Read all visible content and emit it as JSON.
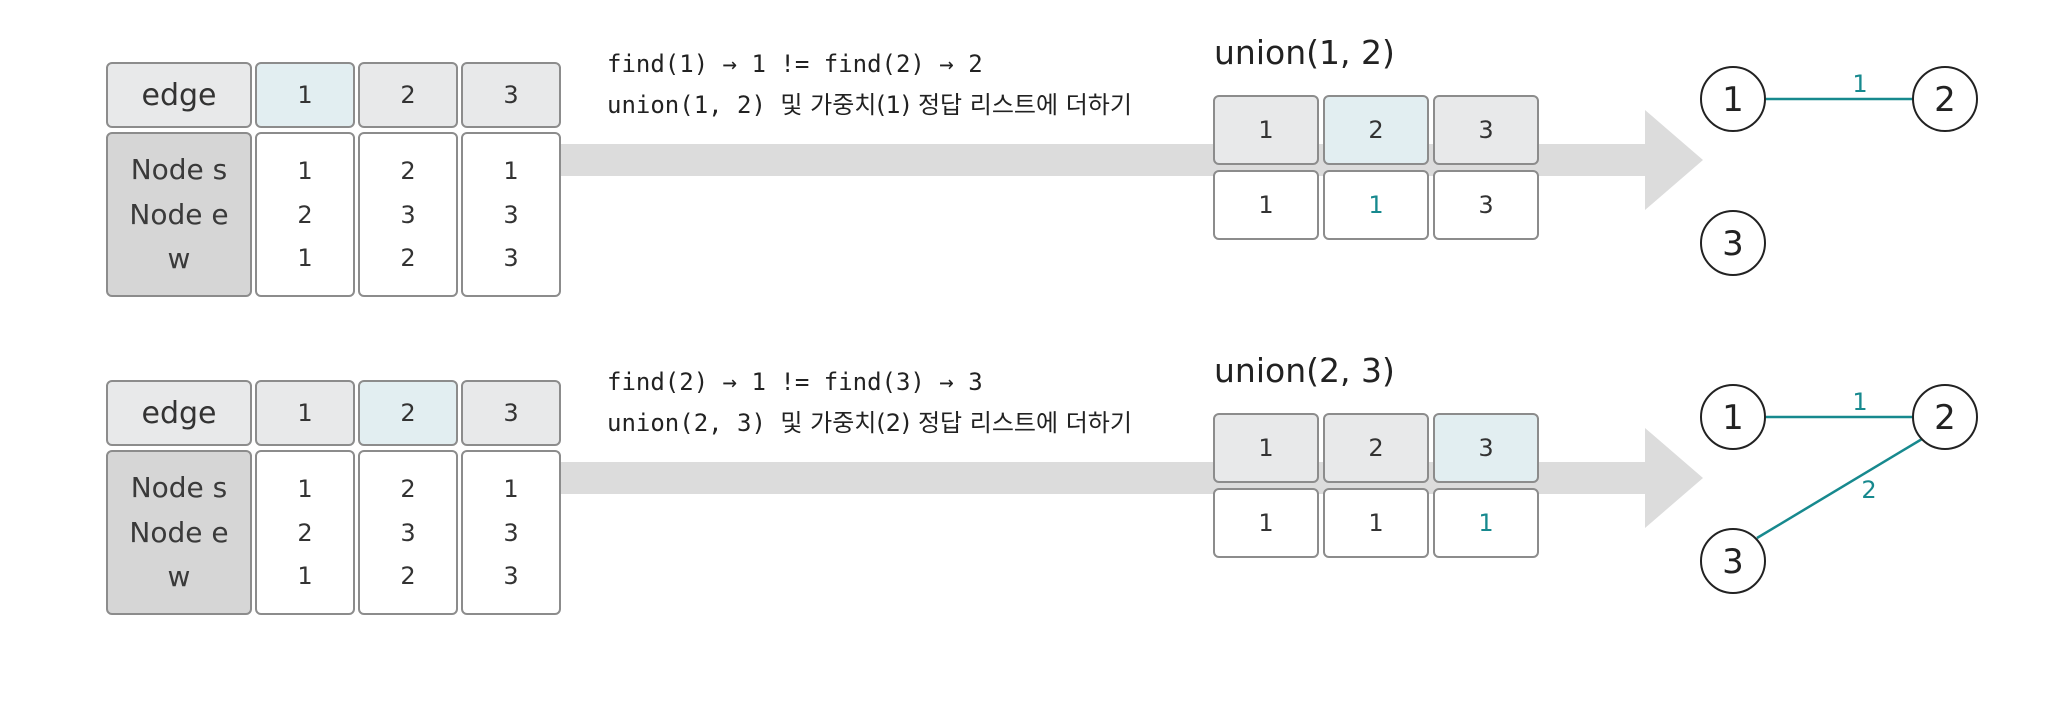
{
  "colors": {
    "teal": "#17898e",
    "header": "#e8e9ea",
    "header_selected": "#e2eef1",
    "label_column": "#d6d6d6",
    "arrow": "#dcdcdc"
  },
  "steps": [
    {
      "edge_header": "edge",
      "edges": [
        "1",
        "2",
        "3"
      ],
      "selected_edge": 0,
      "row_labels": [
        "Node s",
        "Node e",
        "w"
      ],
      "node_s": [
        "1",
        "2",
        "1"
      ],
      "node_e": [
        "2",
        "3",
        "3"
      ],
      "w": [
        "1",
        "2",
        "3"
      ],
      "line1": "find(1) → 1 != find(2) → 2",
      "line2_code": "union(1, 2)",
      "line2_text": "및 가중치(1) 정답 리스트에 더하기",
      "union_title": "union(1, 2)",
      "parent_header": [
        "1",
        "2",
        "3"
      ],
      "parent_values": [
        "1",
        "1",
        "3"
      ],
      "highlight_index": 1,
      "graph": {
        "nodes": [
          "1",
          "2",
          "3"
        ],
        "edges": [
          {
            "from": "1",
            "to": "2",
            "weight": "1"
          }
        ]
      }
    },
    {
      "edge_header": "edge",
      "edges": [
        "1",
        "2",
        "3"
      ],
      "selected_edge": 1,
      "row_labels": [
        "Node s",
        "Node e",
        "w"
      ],
      "node_s": [
        "1",
        "2",
        "1"
      ],
      "node_e": [
        "2",
        "3",
        "3"
      ],
      "w": [
        "1",
        "2",
        "3"
      ],
      "line1": "find(2) → 1 != find(3) → 3",
      "line2_code": "union(2, 3)",
      "line2_text": "및 가중치(2) 정답 리스트에 더하기",
      "union_title": "union(2, 3)",
      "parent_header": [
        "1",
        "2",
        "3"
      ],
      "parent_values": [
        "1",
        "1",
        "1"
      ],
      "highlight_index": 2,
      "graph": {
        "nodes": [
          "1",
          "2",
          "3"
        ],
        "edges": [
          {
            "from": "1",
            "to": "2",
            "weight": "1"
          },
          {
            "from": "2",
            "to": "3",
            "weight": "2"
          }
        ]
      }
    }
  ]
}
